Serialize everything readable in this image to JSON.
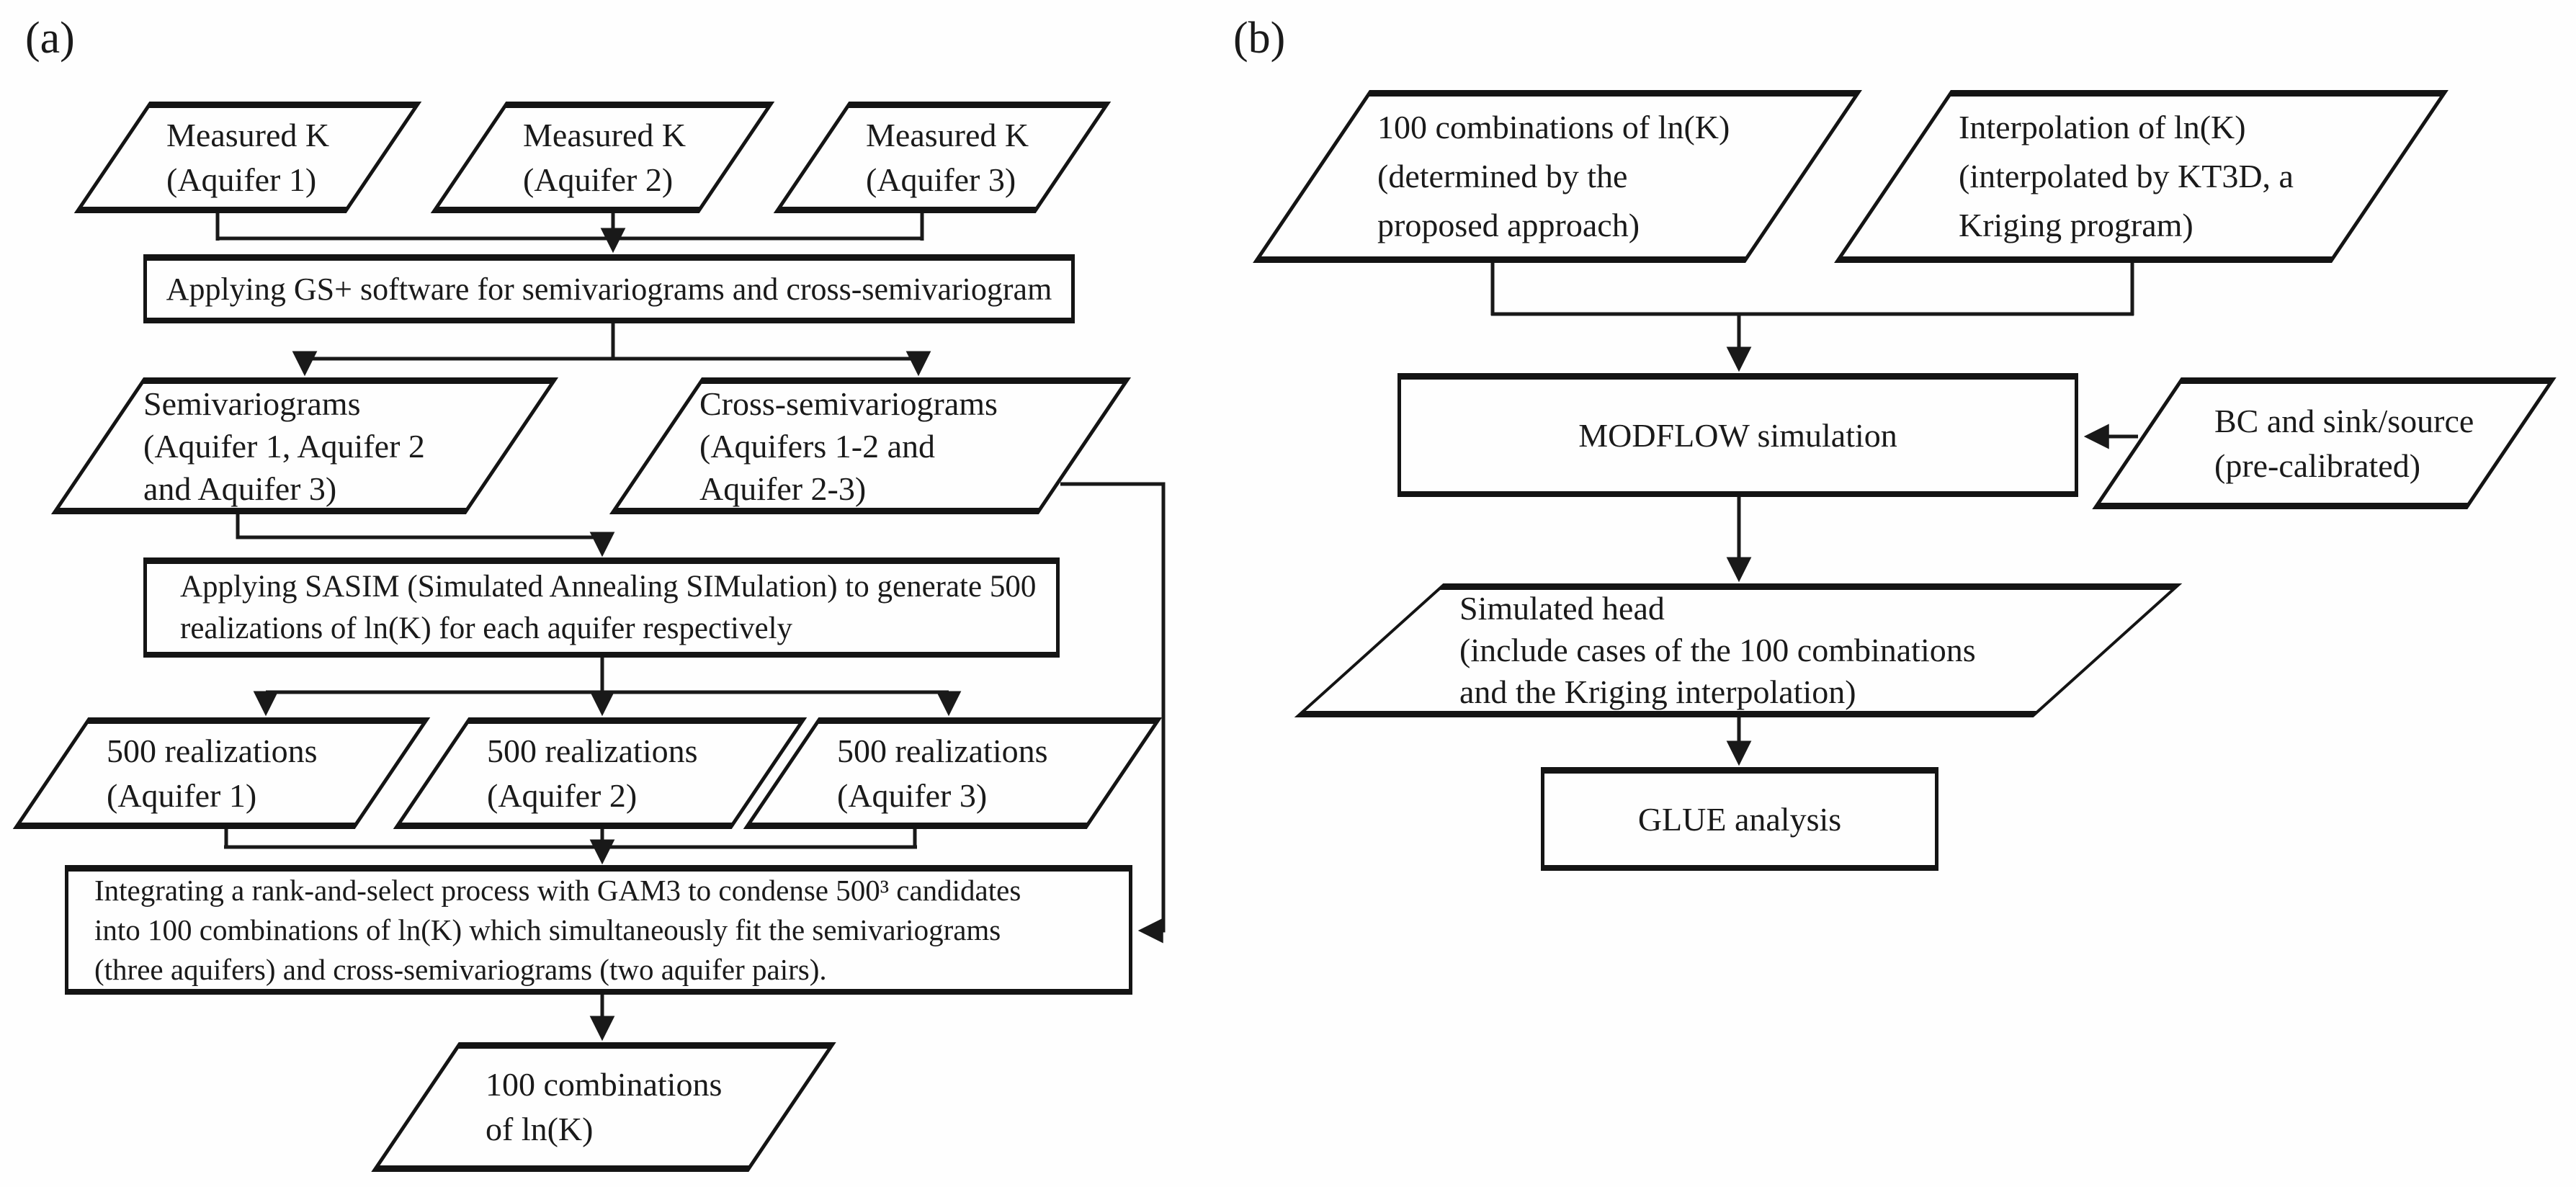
{
  "figure": {
    "background_color": "#fefefe",
    "line_color": "#191919"
  },
  "a": {
    "label": "(a)",
    "measured_k_1": [
      "Measured K",
      "(Aquifer 1)"
    ],
    "measured_k_2": [
      "Measured K",
      "(Aquifer 2)"
    ],
    "measured_k_3": [
      "Measured K",
      "(Aquifer 3)"
    ],
    "gs_plus": "Applying GS+ software for semivariograms and cross-semivariogram",
    "semivariograms": [
      "Semivariograms",
      "(Aquifer 1, Aquifer 2",
      "and Aquifer 3)"
    ],
    "cross_semivariograms": [
      "Cross-semivariograms",
      "(Aquifers 1-2 and",
      "Aquifer 2-3)"
    ],
    "sasim": [
      "Applying SASIM (Simulated Annealing SIMulation) to generate 500",
      "realizations of ln(K) for each aquifer respectively"
    ],
    "realizations_1": [
      "500 realizations",
      "(Aquifer 1)"
    ],
    "realizations_2": [
      "500 realizations",
      "(Aquifer 2)"
    ],
    "realizations_3": [
      "500 realizations",
      "(Aquifer 3)"
    ],
    "integrating": [
      "Integrating a rank-and-select process with GAM3 to condense 500³ candidates",
      "into 100 combinations of ln(K) which simultaneously fit the semivariograms",
      "(three aquifers) and cross-semivariograms (two aquifer pairs)."
    ],
    "combinations": [
      "100 combinations",
      "of ln(K)"
    ]
  },
  "b": {
    "label": "(b)",
    "combinations_100": [
      "100 combinations of ln(K)",
      "(determined by the",
      "proposed approach)"
    ],
    "interpolation": [
      "Interpolation of ln(K)",
      "(interpolated by KT3D, a",
      "Kriging program)"
    ],
    "modflow": "MODFLOW simulation",
    "bc_sink_source": [
      "BC and sink/source",
      "(pre-calibrated)"
    ],
    "simulated_head": [
      "Simulated head",
      "(include cases of the 100 combinations",
      "and the Kriging interpolation)"
    ],
    "glue": "GLUE analysis"
  }
}
